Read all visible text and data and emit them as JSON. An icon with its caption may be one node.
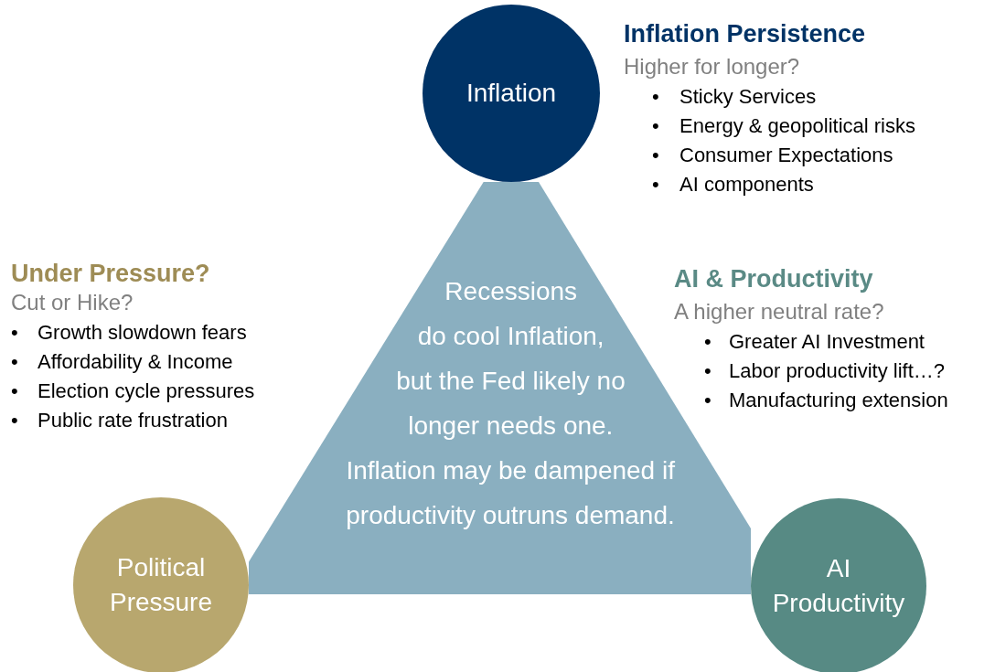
{
  "diagram": {
    "nodes": [
      {
        "text": [
          "Inflation"
        ]
      },
      {
        "text": [
          "Recessions do cool Inflation, but the Fed likely no longer needs one.",
          "Inflation may be dampened if productivity outruns demand."
        ]
      },
      {
        "text": [
          "Political Pressure"
        ]
      },
      {
        "text": [
          "AI Productivity"
        ]
      }
    ],
    "edges": [],
    "labels": [
      "Inflation Persistence",
      "Higher for longer?",
      "•",
      "Sticky Services",
      "•",
      "Energy & geopolitical risks",
      "•",
      "Consumer Expectations",
      "•",
      "AI components",
      "Under Pressure?",
      "Cut or Hike?",
      "•",
      "Growth slowdown fears",
      "•",
      "Affordability & Income",
      "•",
      "Election cycle pressures",
      "•",
      "Public rate frustration",
      "AI & Productivity",
      "A higher neutral rate?",
      "•",
      "Greater AI Investment",
      "•",
      "Labor productivity lift…?",
      "•",
      "Manufacturing extension"
    ]
  }
}
